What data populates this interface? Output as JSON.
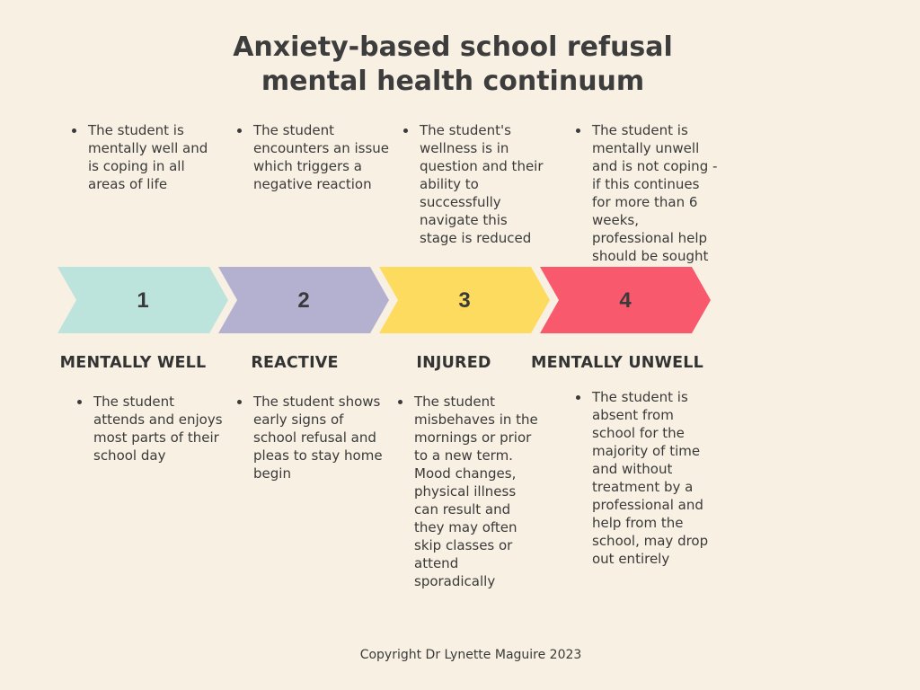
{
  "title_line1": "Anxiety-based school refusal",
  "title_line2": "mental health continuum",
  "stages": [
    {
      "number": "1",
      "color": "#bde4dc",
      "label": "MENTALLY WELL",
      "top_text": "The student is mentally well and is coping in all areas of life",
      "bottom_text": "The student attends and enjoys most parts of their school day"
    },
    {
      "number": "2",
      "color": "#b4b1d0",
      "label": "REACTIVE",
      "top_text": "The student encounters an issue which triggers a negative reaction",
      "bottom_text": "The student shows early signs of school refusal and pleas to stay home begin"
    },
    {
      "number": "3",
      "color": "#fddb5f",
      "label": "INJURED",
      "top_text": "The student's wellness is in question and their ability to successfully navigate this stage is reduced",
      "bottom_text": "The student misbehaves in the mornings or prior to a new term. Mood changes, physical illness can result and they may often skip classes or attend sporadically"
    },
    {
      "number": "4",
      "color": "#f9596c",
      "label": "MENTALLY UNWELL",
      "top_text": "The student is mentally unwell and is not coping - if this continues for more than 6 weeks, professional help should be sought",
      "bottom_text": "The student is absent from school for the majority of time and without treatment by a professional and help from the school, may drop out entirely"
    }
  ],
  "copyright": "Copyright Dr Lynette Maguire 2023"
}
